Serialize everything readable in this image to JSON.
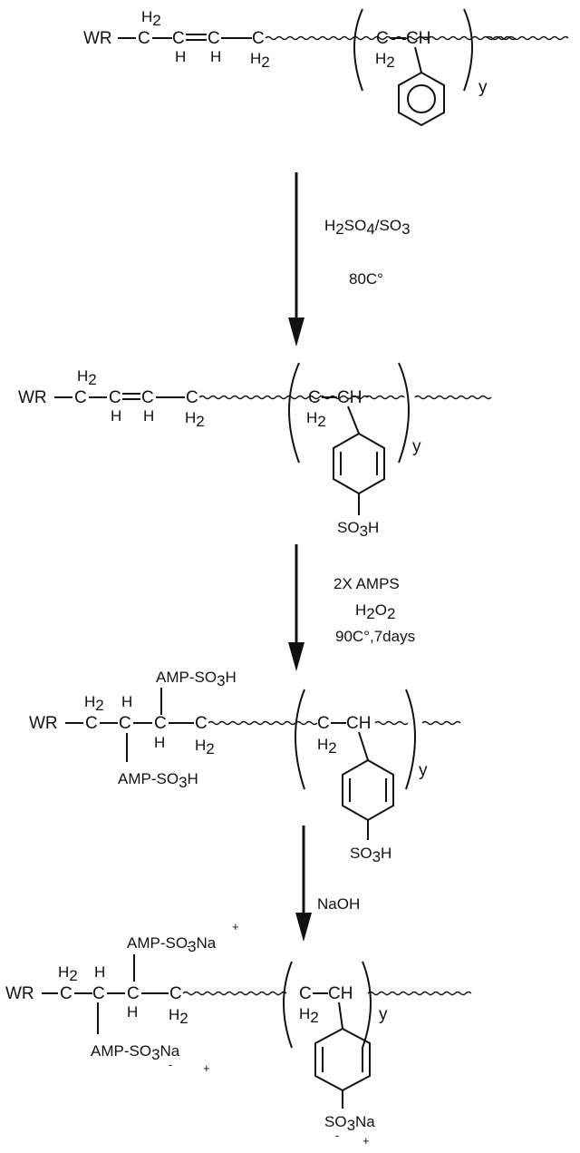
{
  "labels": {
    "wr": "WR",
    "c": "C",
    "ch": "CH",
    "h": "H",
    "h2": "H",
    "sub2": "2",
    "sub3": "3",
    "repeat": "y",
    "amp": "AMP-SO",
    "amp_h": "H",
    "amp_na": "Na",
    "so3h": "SO",
    "so3h_h": "H",
    "so3na": "SO",
    "so3na_na": "Na",
    "minus": "-",
    "plus": "+"
  },
  "steps": {
    "step1": {
      "reagent": "H",
      "reagent_sub1": "2",
      "reagent_mid": "SO",
      "reagent_sub2": "4",
      "reagent_tail": "/SO",
      "reagent_sub3": "3",
      "condition": "80C°"
    },
    "step2": {
      "reagent": "2X AMPS",
      "reagent2": "H",
      "reagent2_sub": "2",
      "reagent2_tail": "O",
      "reagent2_sub2": "2",
      "condition": "90C°,7days"
    },
    "step3": {
      "reagent": "NaOH"
    }
  }
}
